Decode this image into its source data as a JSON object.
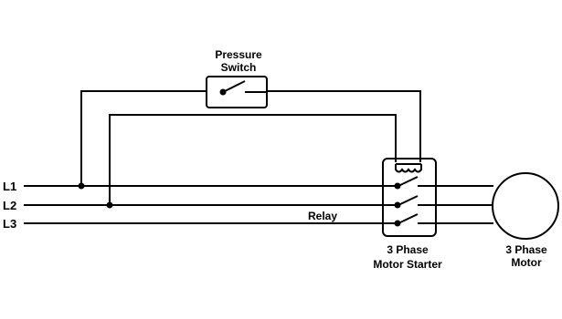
{
  "lines": {
    "l1": "L1",
    "l2": "L2",
    "l3": "L3"
  },
  "pressure_switch": {
    "line1": "Pressure",
    "line2": "Switch"
  },
  "relay_label": "Relay",
  "starter": {
    "line1": "3 Phase",
    "line2": "Motor Starter"
  },
  "motor": {
    "line1": "3 Phase",
    "line2": "Motor"
  },
  "colors": {
    "stroke": "#000000",
    "background": "#ffffff"
  }
}
